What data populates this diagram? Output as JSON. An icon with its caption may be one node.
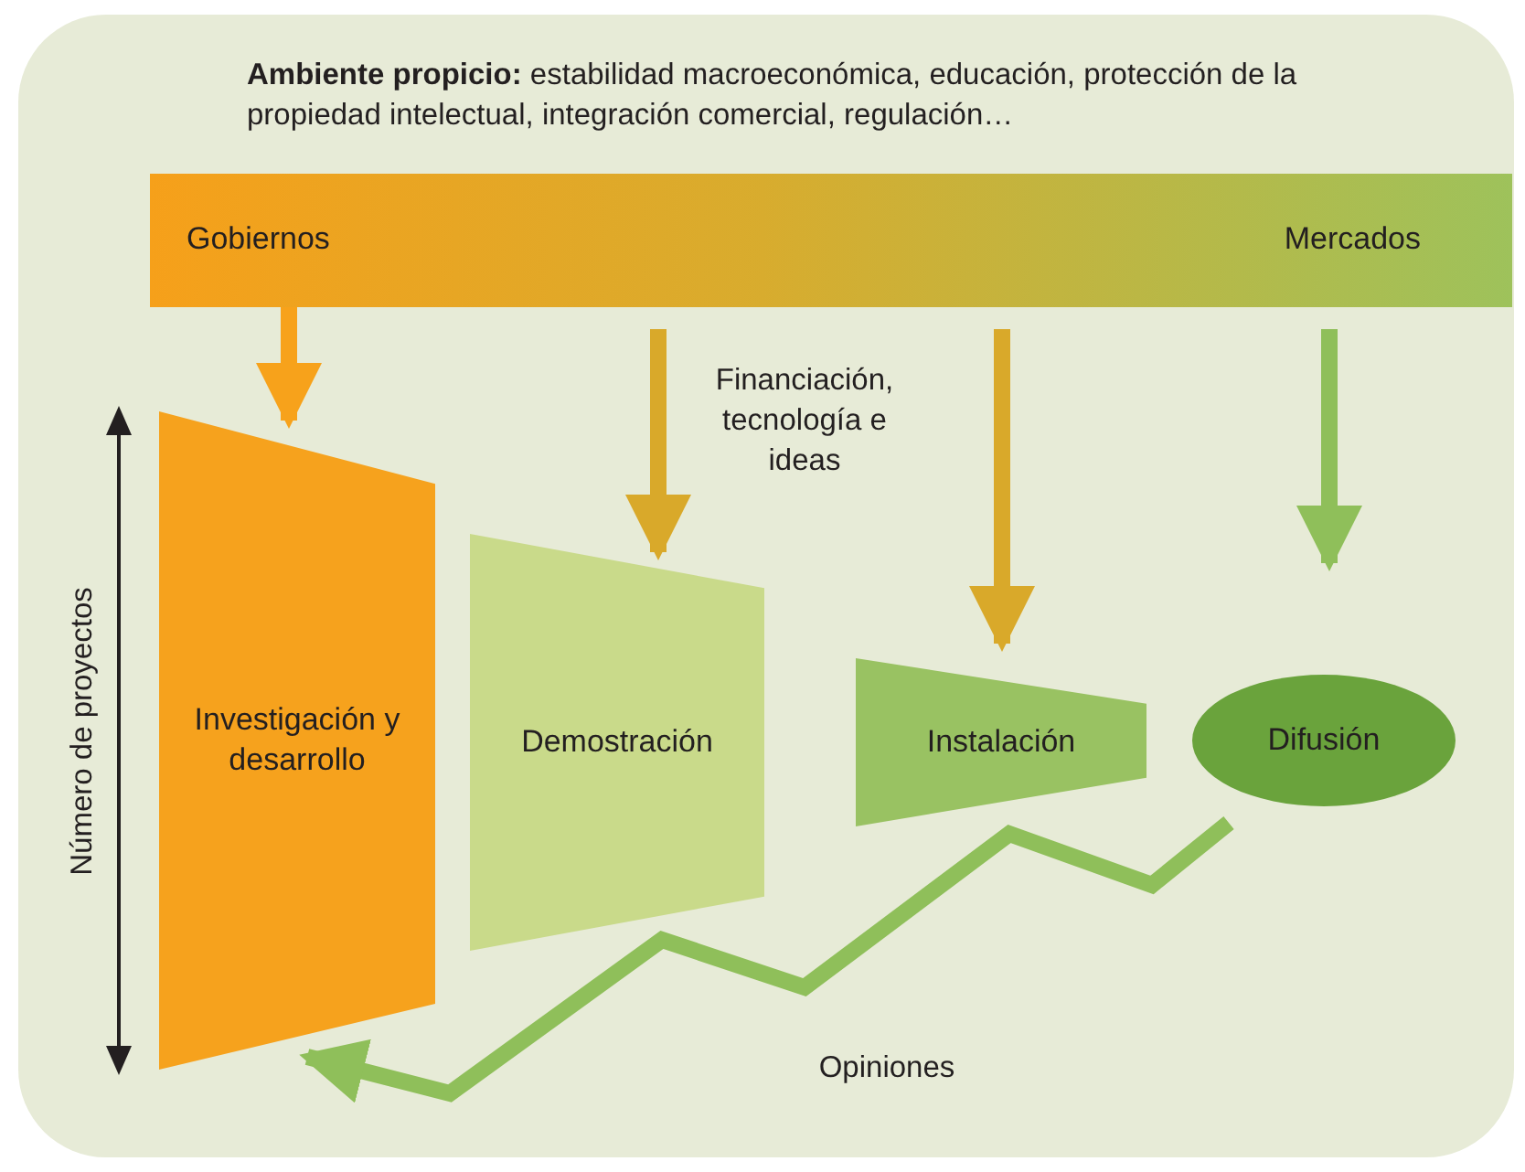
{
  "diagram": {
    "nodes": [
      {
        "text": [
          "**Ambiente propicio:** estabilidad macroeconómica, educación, protección de la propiedad intelectual, integración comercial, regulación…"
        ]
      },
      {
        "text": [
          "Gobiernos",
          "Mercados"
        ],
        "in": 0
      },
      {
        "text": [
          "Investigación y desarrollo"
        ],
        "in": 0
      },
      {
        "text": [
          "Demostración"
        ],
        "in": 0
      },
      {
        "text": [
          "Instalación"
        ],
        "in": 0
      },
      {
        "text": [
          "Difusión"
        ],
        "in": 0
      }
    ],
    "edges": [
      {
        "from": 1,
        "to": 2,
        "arrow": "to",
        "color": "#f7a21b"
      },
      {
        "from": 1,
        "to": 3,
        "arrow": "to",
        "label": "Financiación, tecnología e ideas",
        "color": "#d9a92a"
      },
      {
        "from": 1,
        "to": 4,
        "arrow": "to",
        "color": "#d9a92a"
      },
      {
        "from": 1,
        "to": 5,
        "arrow": "to",
        "color": "#8fbf5a"
      },
      {
        "from": 5,
        "to": 2,
        "arrow": "to",
        "label": "Opiniones",
        "color": "#8fbf5a"
      }
    ],
    "labels": [
      "Número de proyectos"
    ]
  }
}
